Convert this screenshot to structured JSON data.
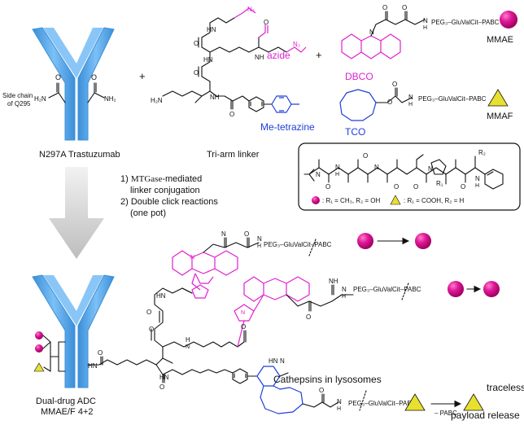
{
  "colors": {
    "antibody": "#55aaf0",
    "antibody_dark": "#3b8fd8",
    "dbco": "#e020d0",
    "tetrazine": "#2040d8",
    "mmae_ball": "#d0108a",
    "mmaf_triangle": "#e8e030",
    "arrow_gray": "#c8c8c8"
  },
  "antibody_top": {
    "side_chain_label": "Side chain\nof Q295",
    "amide_left": "O",
    "amide_left_n": "H₂N",
    "amide_right": "O",
    "amide_right_n": "NH₂",
    "name": "N297A Trastuzumab"
  },
  "plus_signs": [
    "+",
    "+"
  ],
  "linker": {
    "n3": "N₃",
    "n3b": "N₃",
    "azide_label": "azide",
    "tetrazine_label": "Me-tetrazine",
    "name": "Tri-arm linker",
    "atoms": [
      "HN",
      "O",
      "HN",
      "O",
      "NH",
      "O",
      "H₂N",
      "NH",
      "O",
      "N",
      "N",
      "N",
      "N"
    ]
  },
  "reagents": {
    "mmae_chain": "PEG₃–GluValCit–PABC",
    "mmae_label": "MMAE",
    "dbco_label": "DBCO",
    "mmaf_chain": "PEG₃–GluValCit–PABC",
    "mmaf_label": "MMAF",
    "tco_label": "TCO",
    "atoms": [
      "O",
      "N",
      "H",
      "O",
      "N",
      "H",
      "O"
    ]
  },
  "steps": {
    "step1_prefix": "1) ",
    "step1_mtg": "MTGase",
    "step1_rest": "-mediated",
    "step1_line2": "linker conjugation",
    "step2_line1": "2) Double click reactions",
    "step2_line2": "(one pot)"
  },
  "payload_box": {
    "r2": "R₂",
    "r1": "R₁",
    "legend_mmae": ": R₁ = CH₃, R₂ = OH",
    "legend_mmaf": ": R₁ = COOH, R₂ = H",
    "atoms": [
      "N",
      "H",
      "N",
      "N",
      "O",
      "O",
      "O",
      "O",
      "O",
      "N",
      "H",
      "N"
    ]
  },
  "product": {
    "chain1": "PEG₃–GluValCit–PABC",
    "chain2": "PEG₃–GluValCit–PABC",
    "chain3": "PEG₃–GluValCit–PABC",
    "pabc_arrow_label": "– PABC",
    "cathepsin_label": "Cathepsins in lysosomes",
    "release_line1": "traceless",
    "release_line2": "payload release",
    "adc_line1": "Dual-drug ADC",
    "adc_line2": "MMAE/F 4+2",
    "atoms": [
      "O",
      "N",
      "N",
      "N",
      "HN",
      "O",
      "N",
      "H",
      "O",
      "HN",
      "O",
      "N",
      "N",
      "N",
      "O",
      "N",
      "H",
      "O",
      "N",
      "H",
      "HN",
      "O",
      "HN",
      "N",
      "NH",
      "O",
      "N",
      "H",
      "O",
      "N",
      "H"
    ]
  }
}
